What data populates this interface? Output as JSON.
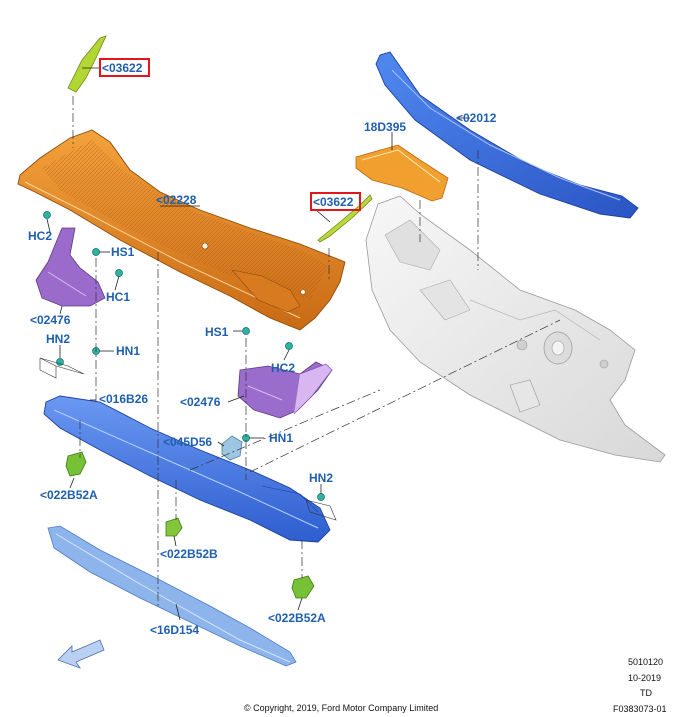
{
  "labels": {
    "cowl_ext_top": "<03622",
    "cowl_ext_right": "<03622",
    "dash_strip": "<02012",
    "bracket_18d": "18D395",
    "cowl_panel": "<02228",
    "hc2_left": "HC2",
    "hs1_left": "HS1",
    "hc1": "HC1",
    "bracket_left": "<02476",
    "hn2_left": "HN2",
    "hn1_left": "HN1",
    "hs1_right": "HS1",
    "hc2_right": "HC2",
    "bracket_right": "<02476",
    "hn1_right": "HN1",
    "crossmember": "<016B26",
    "part_045": "<045D56",
    "clip_a_left": "<022B52A",
    "hn2_right": "HN2",
    "clip_b": "<022B52B",
    "clip_a_right": "<022B52A",
    "seal": "<16D154"
  },
  "meta": {
    "code": "5010120",
    "date": "10-2019",
    "initials": "TD",
    "figure": "F0383073-01",
    "copyright": "© Copyright, 2019, Ford Motor Company Limited"
  },
  "highlight_color": "#e3171b",
  "colors": {
    "cowl": "#e8862a",
    "dash": "#3a6fe0",
    "bracket": "#9a6cc9",
    "crossmember": "#4a7fe6",
    "seal": "#8ab1ea",
    "clip": "#7cc43a",
    "fastener": "#2bb4a4",
    "body": "#ededed"
  }
}
